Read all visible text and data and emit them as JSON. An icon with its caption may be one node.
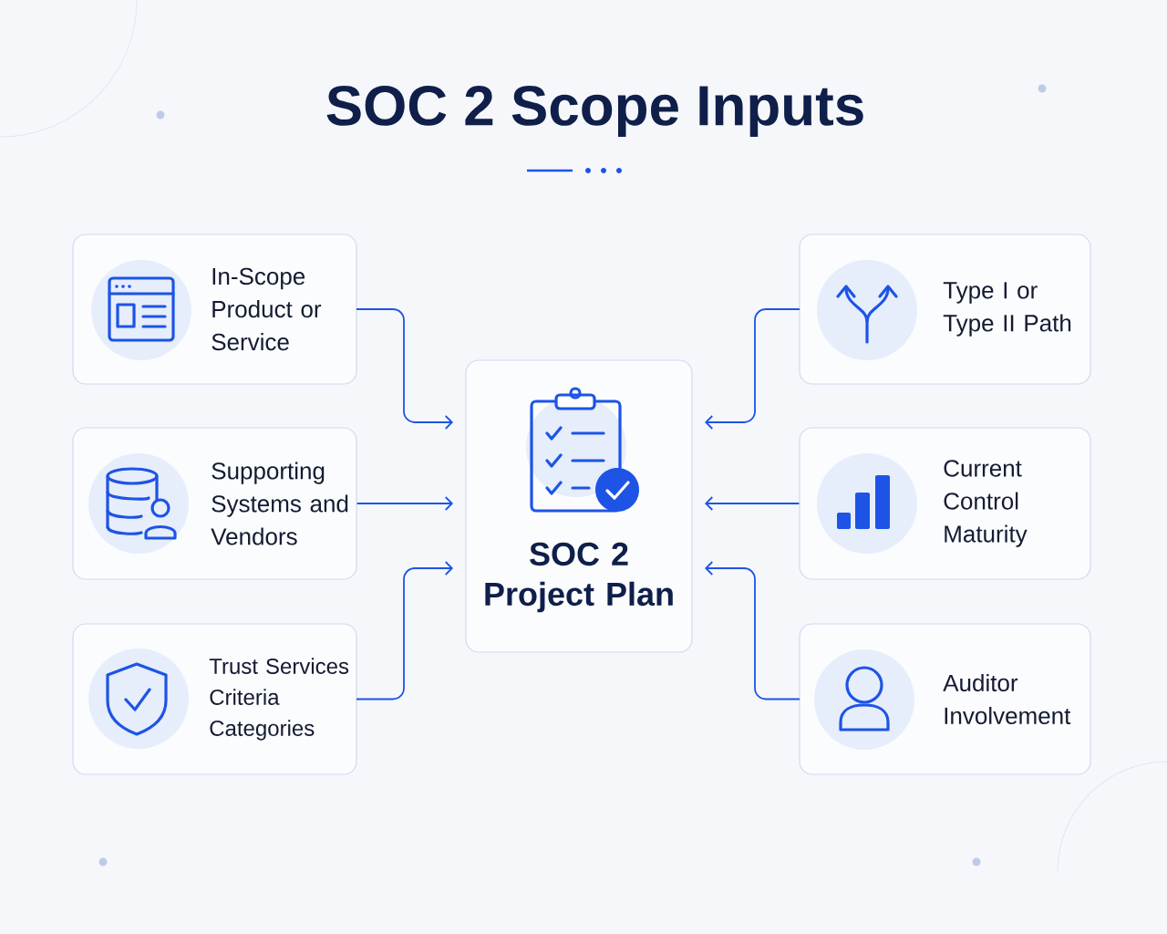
{
  "diagram": {
    "title": "SOC 2 Scope Inputs",
    "nodes": [
      {
        "text": [
          "In-Scope Product or Service"
        ]
      },
      {
        "text": [
          "Supporting Systems and Vendors"
        ]
      },
      {
        "text": [
          "Trust Services Criteria Categories"
        ]
      },
      {
        "text": [
          "SOC 2 Project Plan"
        ]
      },
      {
        "text": [
          "Type I or Type II Path"
        ]
      },
      {
        "text": [
          "Current Control Maturity"
        ]
      },
      {
        "text": [
          "Auditor Involvement"
        ]
      }
    ],
    "edges": [
      {
        "from": 0,
        "to": 3,
        "arrow": "to"
      },
      {
        "from": 1,
        "to": 3,
        "arrow": "to"
      },
      {
        "from": 2,
        "to": 3,
        "arrow": "to"
      },
      {
        "from": 4,
        "to": 3,
        "arrow": "to"
      },
      {
        "from": 5,
        "to": 3,
        "arrow": "to"
      },
      {
        "from": 6,
        "to": 3,
        "arrow": "to"
      }
    ]
  }
}
